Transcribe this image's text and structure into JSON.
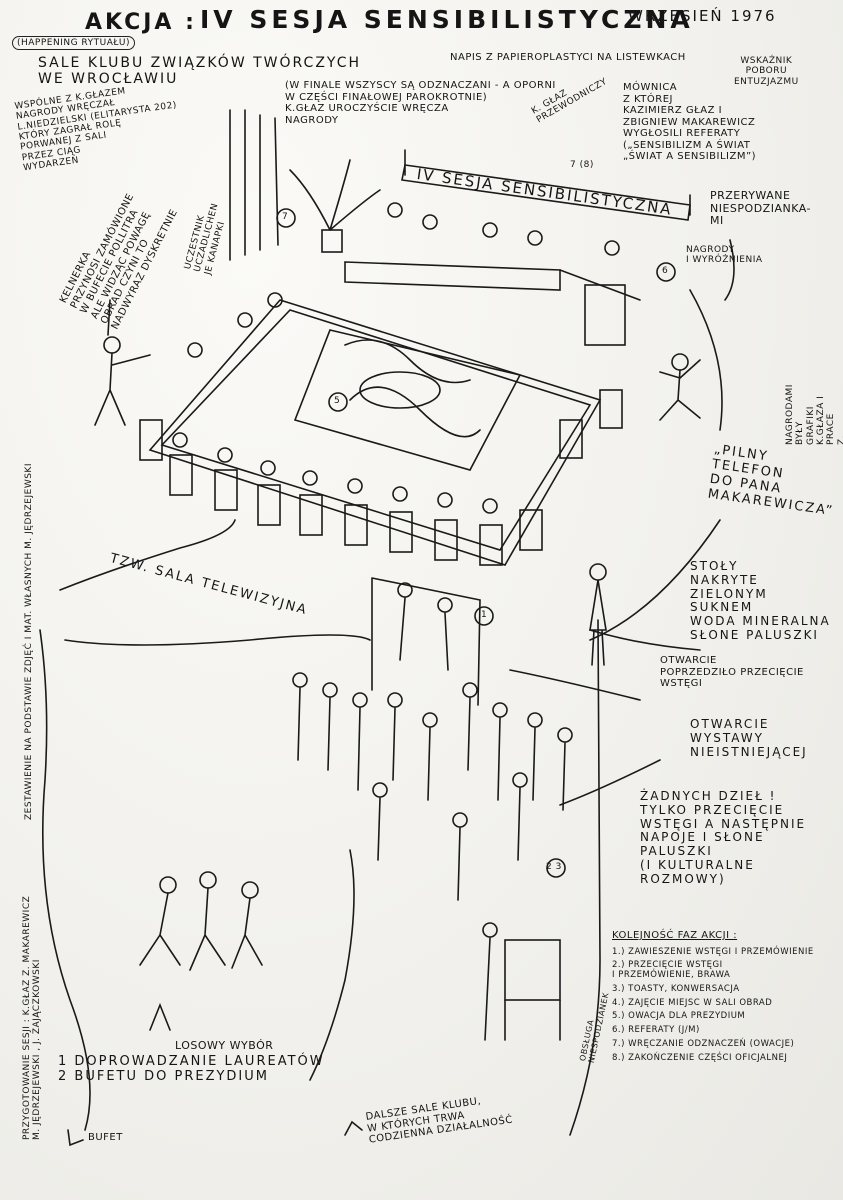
{
  "header": {
    "action": "AKCJA :",
    "title": "IV  SESJA SENSIBILISTYCZNA",
    "date": "WRZESIEŃ 1976",
    "subtitle": "(HAPPENING RYTUAŁU)",
    "venue": "SALE KLUBU ZWIĄZKÓW TWÓRCZYCH\nWE WROCŁAWIU"
  },
  "labels": {
    "napis": "NAPIS Z PAPIEROPLASTYCI NA LISTEWKACH",
    "wskaznik": "WSKAŹNIK\nPOBORU\nENTUZJAZMU",
    "wspolne": "WSPÓLNE Z K.GŁAZEM\nNAGRODY WRĘCZAŁ\nL.NIEDZIELSKI (ELITARYSTA 202)\nKTÓRY ZAGRAŁ ROLĘ\nPORWANEJ Z SALI\nPRZEZ CIĄG\nWYDARZEŃ",
    "finale": "(W FINALE WSZYSCY SĄ ODZNACZANI - A OPORNI\nW CZĘŚCI FINAŁOWEJ          PAROKROTNIE)\nK.GŁAZ UROCZYŚCIE WRĘCZA\nNAGRODY",
    "przewodniczy": "K. GŁAZ\nPRZEWODNICZY",
    "nums_78": "7 (8)",
    "mownica": "MÓWNICA\nZ KTÓREJ\nKAZIMIERZ GŁAZ I\nZBIGNIEW MAKAREWICZ\nWYGŁOSILI REFERATY\n(„SENSIBILIZM A ŚWIAT\n„ŚWIAT A SENSIBILIZM”)",
    "przerywane": "PRZERYWANE\nNIESPODZIANKA-\nMI",
    "banner": "IV SESJA SENSIBILISTYCZNA",
    "kelnerka": "KELNERKA\nPRZYNOSI ZAMÓWIONE\nW BUFECIE POLLITRA\nALE WIDZĄC POWAGĘ\nOBRAD CZYNI TO\nNADWYRAZ DYSKRETNIE",
    "uczestnik": "UCZESTNIK\nUCZADLICHEN\nJE KANAPKI",
    "nagrody": "NAGRODY\nI WYRÓŻNIENIA",
    "num_6": "6",
    "num_7": "7",
    "num_5": "5",
    "num_1": "1",
    "num_23": "2 3",
    "nagrodami": "NAGRODAMI BYŁY\nGRAFIKI K.GŁAZA I PRACE\nZ. MAKAREWICZA",
    "jedrzejewski": "ZESTAWIENIE NA PODSTAWIE ZDJĘĆ I MAT. WŁASNYCH M. JĘDRZEJEWSKI",
    "pilny": "„PILNY\nTELEFON\nDO PANA\nMAKAREWICZA”",
    "sala_tel": "TZW. SALA TELEWIZYJNA",
    "stoly": "STOŁY\nNAKRYTE\nZIELONYM\nSUKNEM\nWODA MINERALNA\nSŁONE PALUSZKI",
    "otwarcie1": "OTWARCIE\nPOPRZEDZIŁO PRZECIĘCIE\nWSTĘGI",
    "otwarcie2": "OTWARCIE\nWYSTAWY\nNIEISTNIEJĄCEJ",
    "zadnych": "ŻADNYCH DZIEŁ !\nTYLKO PRZECIĘCIE\nWSTĘGI A NASTĘPNIE\nNAPOJE I SŁONE\nPALUSZKI\n(I KULTURALNE\nROZMOWY)",
    "przygotowanie": "PRZYGOTOWANIE SESJI : K.GŁAZ Z. MAKAREWICZ\nM. JĘDRZEJEWSKI , J. ZAJĄCZKOWSKI",
    "losowy": "LOSOWY WYBÓR",
    "lista": "1  DOPROWADZANIE LAUREATÓW\n2  BUFETU DO PREZYDIUM",
    "bufet": "BUFET",
    "dalsze": "DALSZE SALE KLUBU,\nW KTÓRYCH TRWA\nCODZIENNA DZIAŁALNOŚĆ",
    "obsluga": "OBSŁUGA\nNIESPODZIANEK"
  },
  "sequence": {
    "title": "KOLEJNOŚĆ FAZ AKCJI :",
    "items": [
      "1.) ZAWIESZENIE WSTĘGI I PRZEMÓWIENIE",
      "2.) PRZECIĘCIE WSTĘGI\n     I PRZEMÓWIENIE, BRAWA",
      "3.) TOASTY, KONWERSACJA",
      "4.) ZAJĘCIE MIEJSC W SALI OBRAD",
      "5.) OWACJA DLA PREZYDIUM",
      "6.) REFERATY (J/M)",
      "7.) WRĘCZANIE ODZNACZEŃ (OWACJE)",
      "8.) ZAKOŃCZENIE CZĘŚCI OFICJALNEJ"
    ]
  }
}
